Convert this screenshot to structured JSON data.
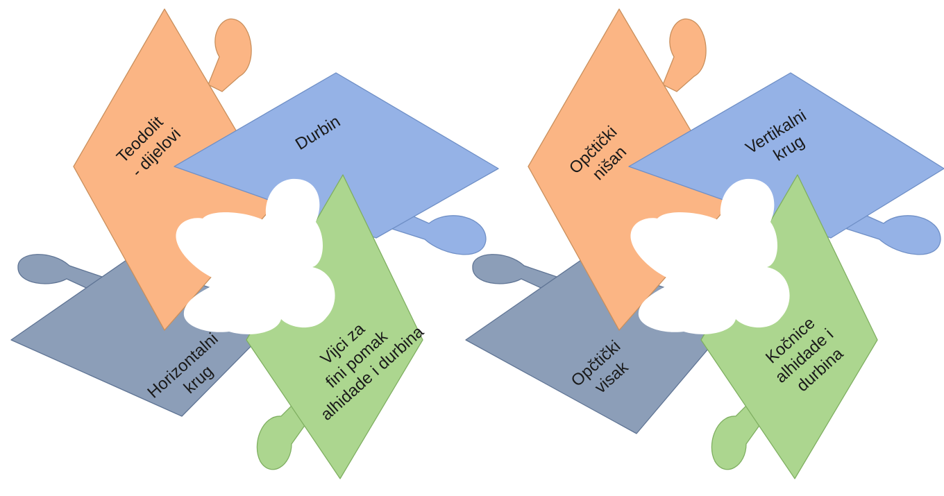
{
  "colors": {
    "orange": "#FBB584",
    "orange_stroke": "#C98F5C",
    "blue": "#95B2E6",
    "blue_stroke": "#6F8FC6",
    "slate": "#8C9EB8",
    "slate_stroke": "#5F7494",
    "green": "#ACD68F",
    "green_stroke": "#7FAF61",
    "hole": "#FFFFFF"
  },
  "left_puzzle": {
    "top_left_piece": {
      "line1": "Teodolit",
      "line2": "- dijelovi"
    },
    "top_right_piece": {
      "line1": "Durbin"
    },
    "bottom_left_piece": {
      "line1": "Horizontalni",
      "line2": "krug"
    },
    "bottom_right_piece": {
      "line1": "Vijci za",
      "line2": "fini pomak",
      "line3": "alhidade i durbina"
    }
  },
  "right_puzzle": {
    "top_left_piece": {
      "line1": "Opčtički",
      "line2": "nišan"
    },
    "top_right_piece": {
      "line1": "Vertikalni",
      "line2": "krug"
    },
    "bottom_left_piece": {
      "line1": "Opčtički",
      "line2": "visak"
    },
    "bottom_right_piece": {
      "line1": "Kočnice",
      "line2": "alhidade i",
      "line3": "durbina"
    }
  }
}
